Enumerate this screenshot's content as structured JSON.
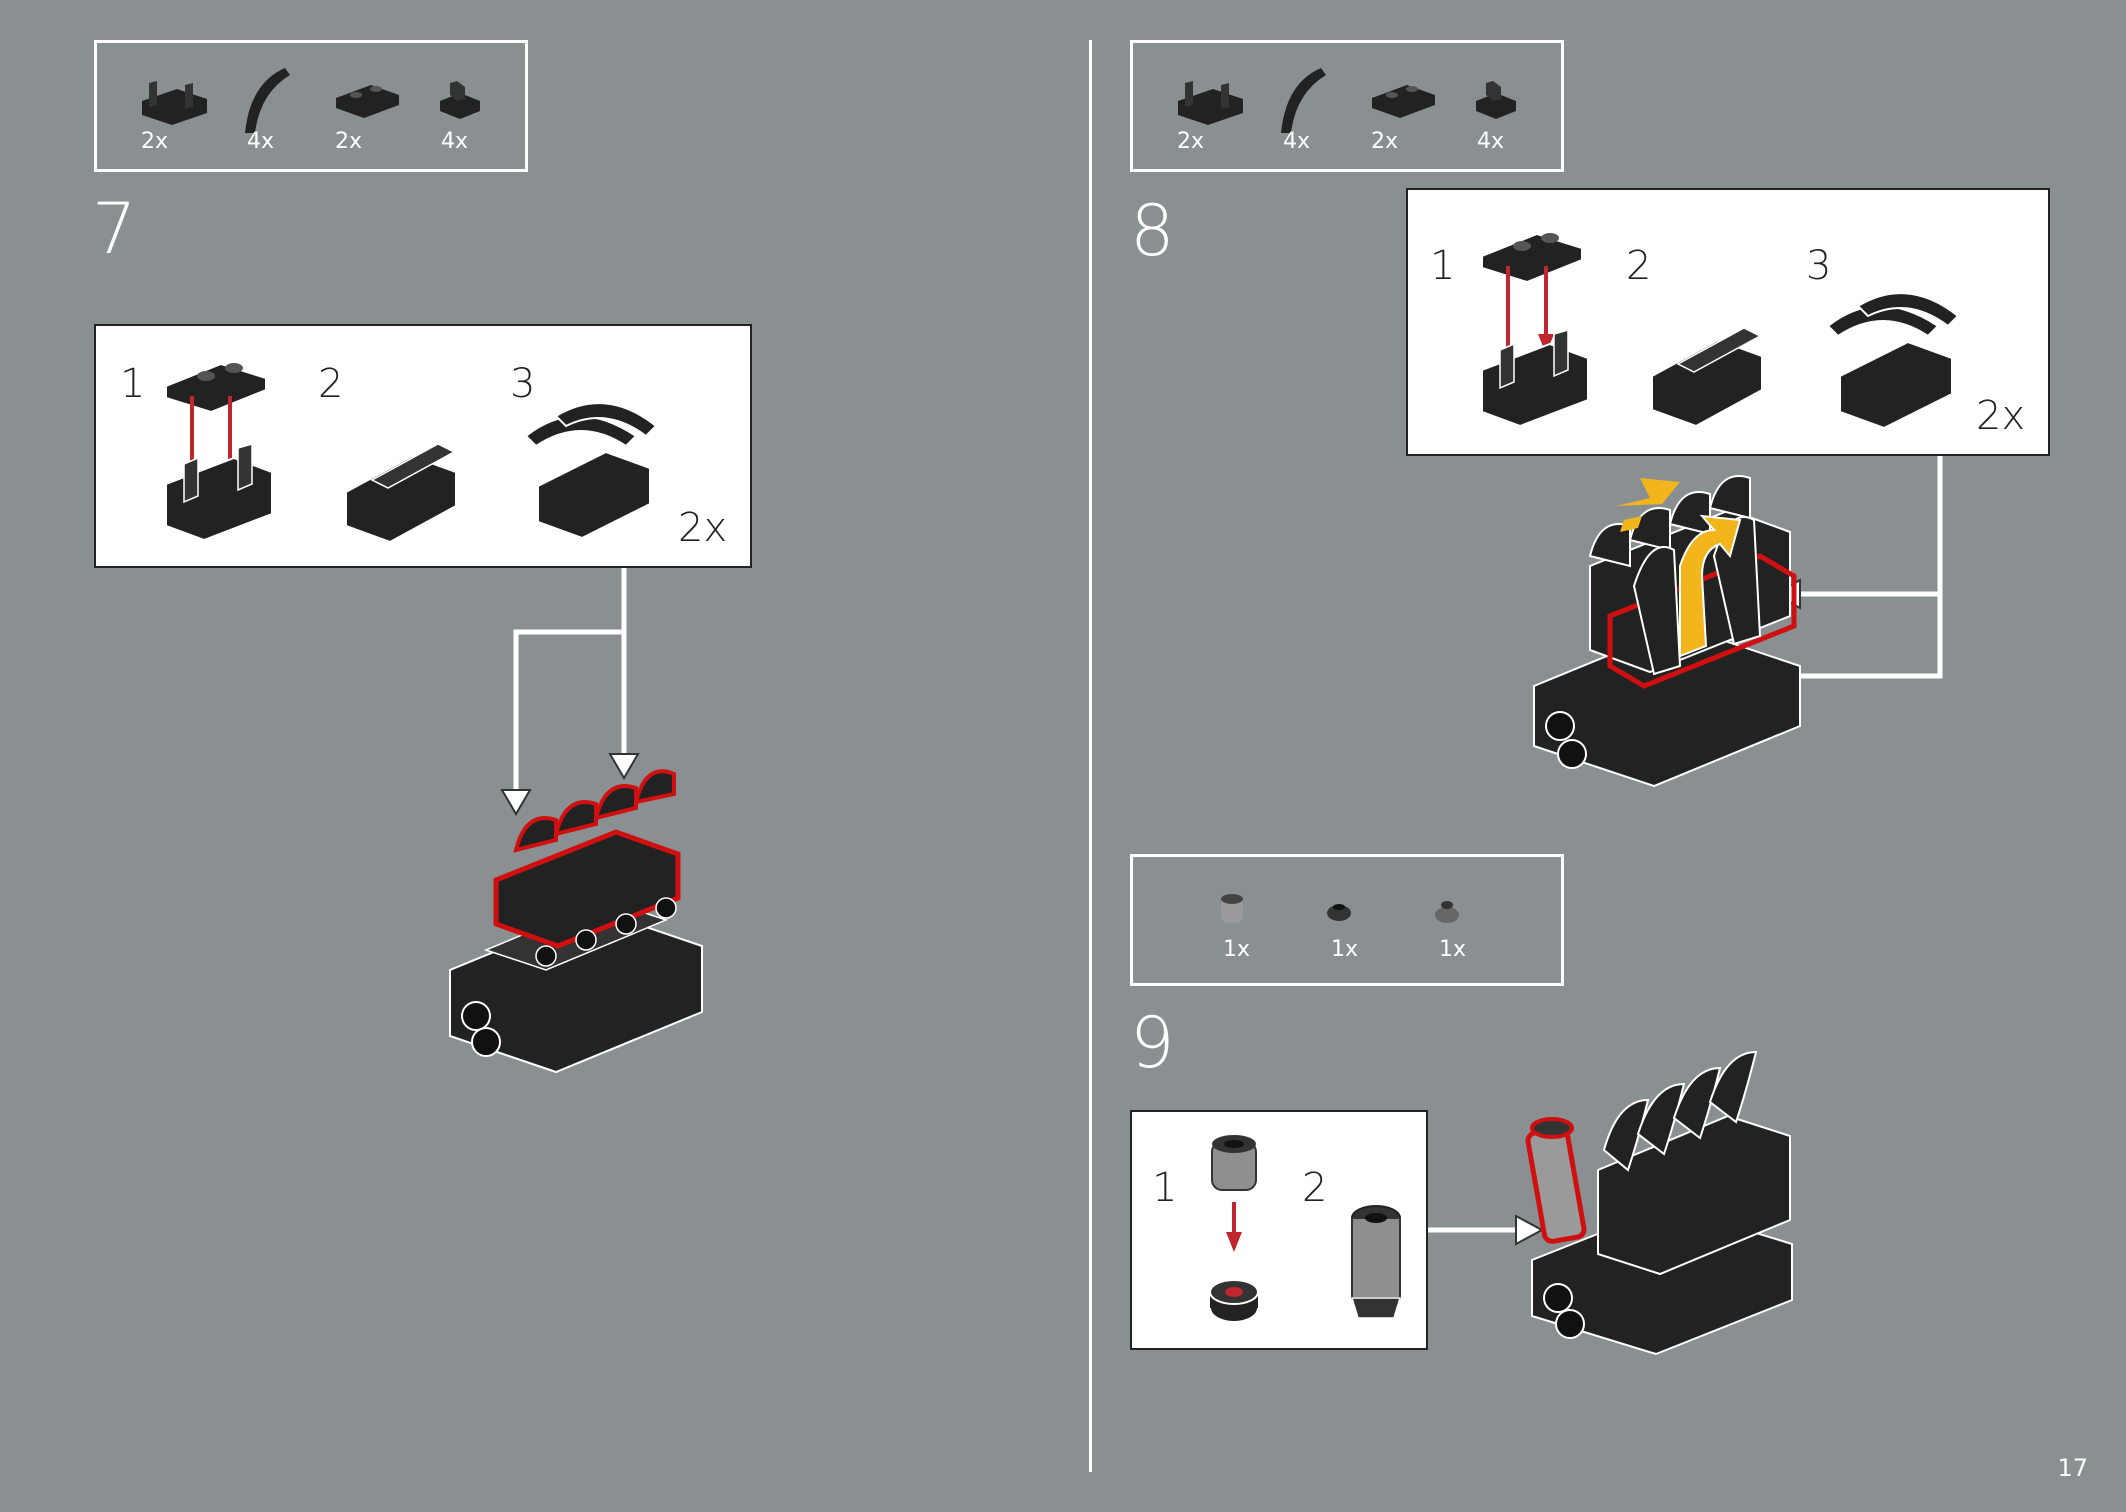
{
  "page_number": "17",
  "steps": [
    {
      "number": "7",
      "parts": [
        {
          "name": "bracket-part-icon",
          "qty": "2x"
        },
        {
          "name": "curved-slope-part-icon",
          "qty": "4x"
        },
        {
          "name": "jumper-plate-part-icon",
          "qty": "2x"
        },
        {
          "name": "clip-plate-part-icon",
          "qty": "4x"
        }
      ],
      "substeps": [
        "1",
        "2",
        "3"
      ],
      "multiplier": "2x"
    },
    {
      "number": "8",
      "parts": [
        {
          "name": "bracket-part-icon",
          "qty": "2x"
        },
        {
          "name": "curved-slope-part-icon",
          "qty": "4x"
        },
        {
          "name": "jumper-plate-part-icon",
          "qty": "2x"
        },
        {
          "name": "clip-plate-part-icon",
          "qty": "4x"
        }
      ],
      "substeps": [
        "1",
        "2",
        "3"
      ],
      "multiplier": "2x"
    },
    {
      "number": "9",
      "parts": [
        {
          "name": "round-brick-part-icon",
          "qty": "1x"
        },
        {
          "name": "round-plate-part-icon",
          "qty": "1x"
        },
        {
          "name": "cone-part-icon",
          "qty": "1x"
        }
      ],
      "substeps": [
        "1",
        "2"
      ]
    }
  ],
  "colors": {
    "background": "#8a9092",
    "brick_dark": "#222222",
    "highlight": "#d01010",
    "arrow_red": "#c0262d",
    "arrow_yellow": "#f2b51c"
  }
}
